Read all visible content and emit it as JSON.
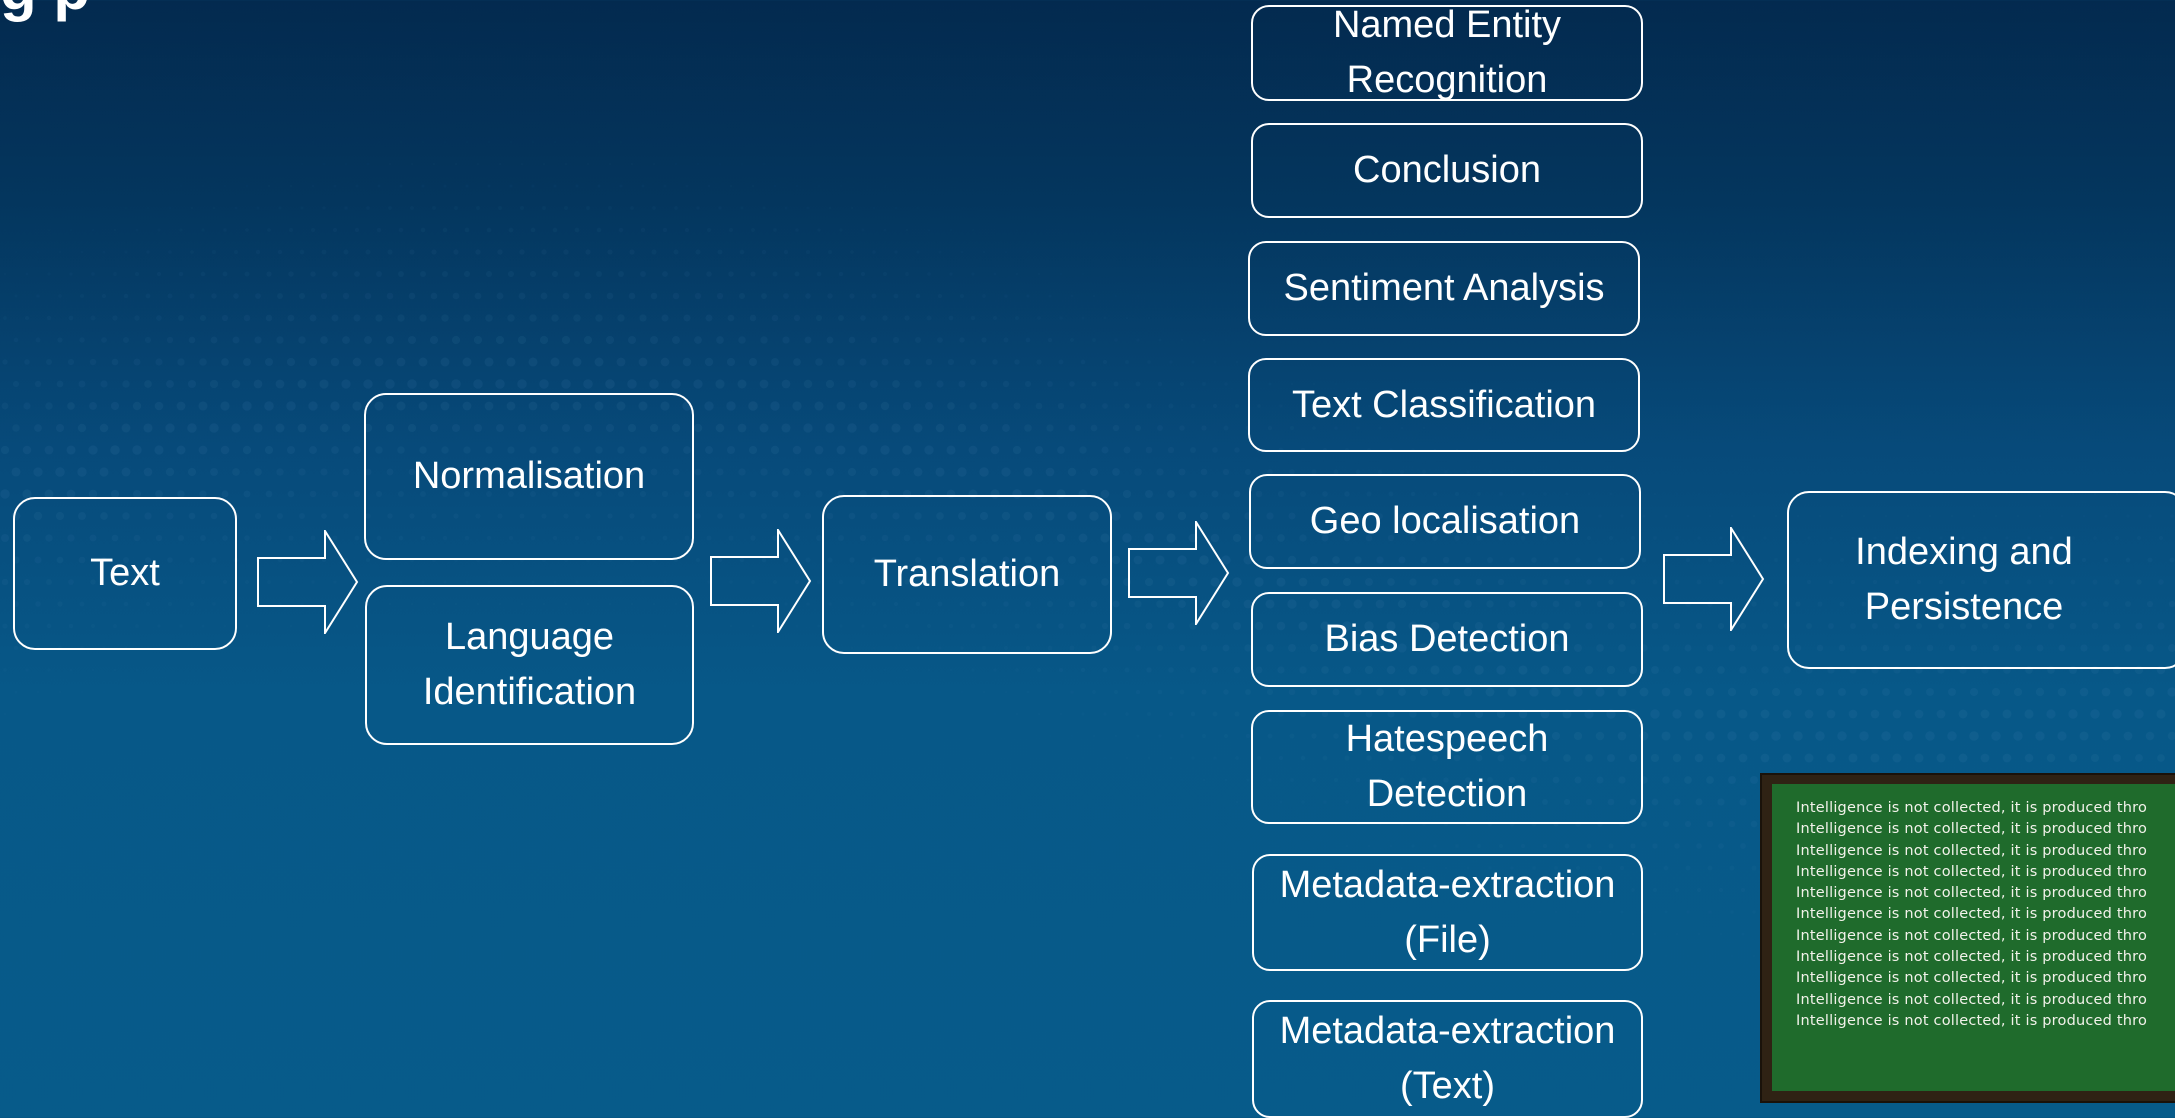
{
  "title_fragment": "g p",
  "input": {
    "label": "Text"
  },
  "preprocessing": [
    {
      "label": "Normalisation"
    },
    {
      "label": "Language Identification"
    }
  ],
  "translation": {
    "label": "Translation"
  },
  "analysis_steps": [
    {
      "label": "Named Entity Recognition"
    },
    {
      "label": "Conclusion"
    },
    {
      "label": "Sentiment Analysis"
    },
    {
      "label": "Text Classification"
    },
    {
      "label": "Geo localisation"
    },
    {
      "label": "Bias Detection"
    },
    {
      "label": "Hatespeech Detection"
    },
    {
      "label": "Metadata-extraction (File)"
    },
    {
      "label": "Metadata-extraction (Text)"
    }
  ],
  "output": {
    "label": "Indexing and Persistence"
  },
  "chalkboard": {
    "lines": [
      "Intelligence is not collected, it is produced thro",
      "Intelligence is not collected, it is produced thro",
      "Intelligence is not collected, it is produced thro",
      "Intelligence is not collected, it is produced thro",
      "Intelligence is not collected, it is produced thro",
      "Intelligence is not collected, it is produced thro",
      "Intelligence is not collected, it is produced thro",
      "Intelligence is not collected, it is produced thro",
      "Intelligence is not collected, it is produced thro",
      "Intelligence is not collected, it is produced thro",
      "Intelligence is not collected, it is produced thro"
    ]
  },
  "colors": {
    "background_top": "#032a4f",
    "background_bottom": "#075b8a",
    "box_border": "#ffffff",
    "text": "#ffffff",
    "chalkboard_frame": "#2f2214",
    "chalkboard_surface": "#1f6b2c",
    "chalk": "#f2f2ea"
  }
}
